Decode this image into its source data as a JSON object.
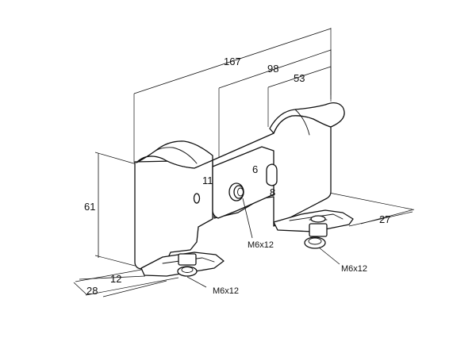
{
  "dimensions": {
    "overall_length": "167",
    "middle_length": "98",
    "top_length": "53",
    "height": "61",
    "depth_right": "27",
    "depth_left": "28",
    "flange_left": "12",
    "slot_width": "6",
    "slot_height": "8",
    "hole_size": "11"
  },
  "callouts": {
    "bolt_center": "M6x12",
    "bolt_right": "M6x12",
    "bolt_left": "M6x12"
  }
}
